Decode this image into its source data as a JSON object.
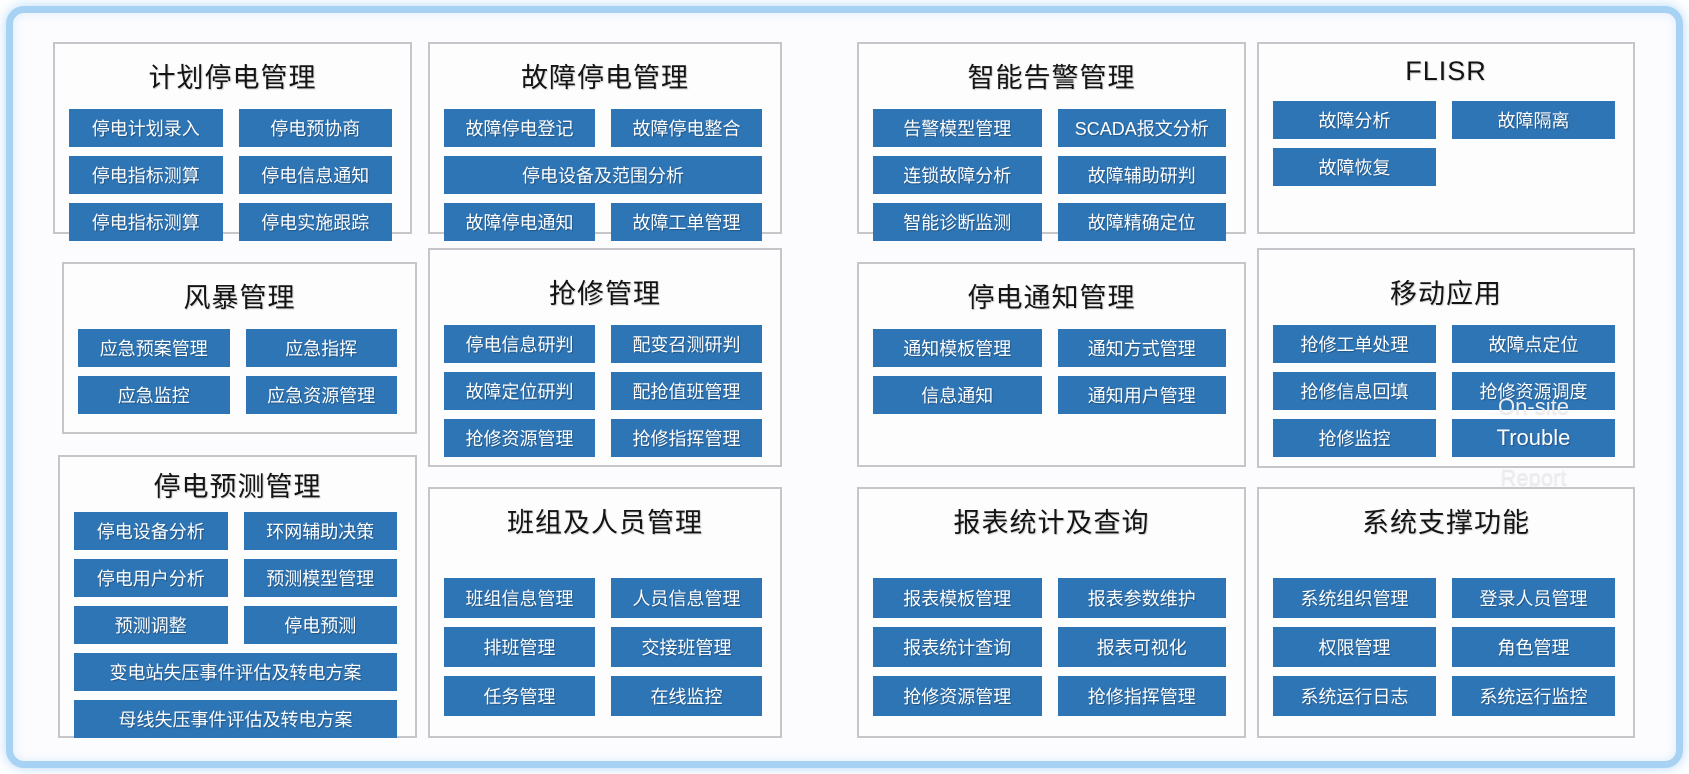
{
  "colors": {
    "accent": "#2e75b6",
    "frame_border": "#a8d2f4",
    "panel_border": "#c6c6ca",
    "panel_background": "#fdfdfd",
    "button_text": "#ffffff",
    "title_text": "#141414"
  },
  "panels": [
    {
      "name": "planned-outage",
      "title": "计划停电管理",
      "buttons": [
        {
          "label": "停电计划录入"
        },
        {
          "label": "停电预协商"
        },
        {
          "label": "停电指标测算"
        },
        {
          "label": "停电信息通知"
        },
        {
          "label": "停电指标测算"
        },
        {
          "label": "停电实施跟踪"
        }
      ]
    },
    {
      "name": "fault-outage",
      "title": "故障停电管理",
      "buttons": [
        {
          "label": "故障停电登记"
        },
        {
          "label": "故障停电整合"
        },
        {
          "label": "停电设备及范围分析",
          "wide": true
        },
        {
          "label": "故障停电通知"
        },
        {
          "label": "故障工单管理"
        }
      ]
    },
    {
      "name": "smart-alarm",
      "title": "智能告警管理",
      "buttons": [
        {
          "label": "告警模型管理"
        },
        {
          "label": "SCADA报文分析"
        },
        {
          "label": "连锁故障分析"
        },
        {
          "label": "故障辅助研判"
        },
        {
          "label": "智能诊断监测"
        },
        {
          "label": "故障精确定位"
        }
      ]
    },
    {
      "name": "flisr",
      "title": "FLISR",
      "buttons": [
        {
          "label": "故障分析"
        },
        {
          "label": "故障隔离"
        },
        {
          "label": "故障恢复"
        }
      ]
    },
    {
      "name": "storm",
      "title": "风暴管理",
      "buttons": [
        {
          "label": "应急预案管理"
        },
        {
          "label": "应急指挥"
        },
        {
          "label": "应急监控"
        },
        {
          "label": "应急资源管理"
        }
      ]
    },
    {
      "name": "repair",
      "title": "抢修管理",
      "buttons": [
        {
          "label": "停电信息研判"
        },
        {
          "label": "配变召测研判"
        },
        {
          "label": "故障定位研判"
        },
        {
          "label": "配抢值班管理"
        },
        {
          "label": "抢修资源管理"
        },
        {
          "label": "抢修指挥管理"
        }
      ]
    },
    {
      "name": "outage-notice",
      "title": "停电通知管理",
      "buttons": [
        {
          "label": "通知模板管理"
        },
        {
          "label": "通知方式管理"
        },
        {
          "label": "信息通知"
        },
        {
          "label": "通知用户管理"
        }
      ]
    },
    {
      "name": "mobile-app",
      "title": "移动应用",
      "buttons": [
        {
          "label": "抢修工单处理"
        },
        {
          "label": "故障点定位"
        },
        {
          "label": "抢修信息回填"
        },
        {
          "label": "抢修资源调度",
          "overflow_label": "On-site"
        },
        {
          "label": "抢修监控"
        },
        {
          "label": "Trouble",
          "latin": true,
          "overflow_label": "Report"
        }
      ]
    },
    {
      "name": "outage-forecast",
      "title": "停电预测管理",
      "buttons": [
        {
          "label": "停电设备分析"
        },
        {
          "label": "环网辅助决策"
        },
        {
          "label": "停电用户分析"
        },
        {
          "label": "预测模型管理"
        },
        {
          "label": "预测调整"
        },
        {
          "label": "停电预测"
        },
        {
          "label": "变电站失压事件评估及转电方案",
          "wide": true
        },
        {
          "label": "母线失压事件评估及转电方案",
          "wide": true
        }
      ]
    },
    {
      "name": "team-personnel",
      "title": "班组及人员管理",
      "buttons": [
        {
          "label": "班组信息管理"
        },
        {
          "label": "人员信息管理"
        },
        {
          "label": "排班管理"
        },
        {
          "label": "交接班管理"
        },
        {
          "label": "任务管理"
        },
        {
          "label": "在线监控"
        }
      ]
    },
    {
      "name": "report-stats",
      "title": "报表统计及查询",
      "buttons": [
        {
          "label": "报表模板管理"
        },
        {
          "label": "报表参数维护"
        },
        {
          "label": "报表统计查询"
        },
        {
          "label": "报表可视化"
        },
        {
          "label": "抢修资源管理"
        },
        {
          "label": "抢修指挥管理"
        }
      ]
    },
    {
      "name": "system-support",
      "title": "系统支撑功能",
      "buttons": [
        {
          "label": "系统组织管理"
        },
        {
          "label": "登录人员管理"
        },
        {
          "label": "权限管理"
        },
        {
          "label": "角色管理"
        },
        {
          "label": "系统运行日志"
        },
        {
          "label": "系统运行监控"
        }
      ]
    }
  ]
}
